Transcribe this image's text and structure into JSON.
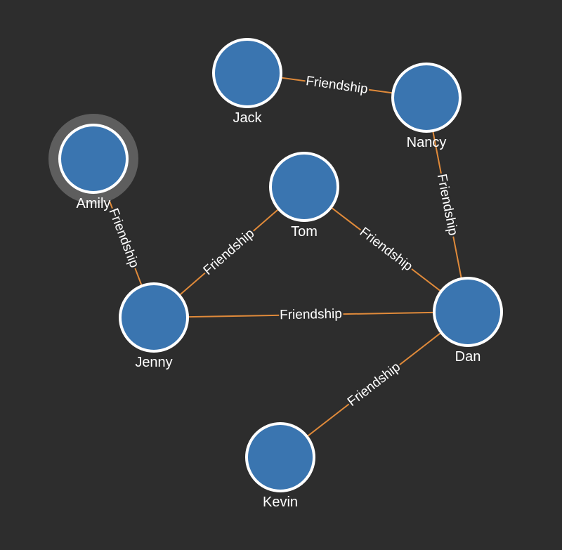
{
  "colors": {
    "background": "#2d2d2d",
    "node_fill": "#3a75b0",
    "node_stroke": "#ffffff",
    "edge": "#e08a3a",
    "selected_halo": "#5e5e5e",
    "text": "#ffffff"
  },
  "graph": {
    "nodes": [
      {
        "id": "jack",
        "label": "Jack"
      },
      {
        "id": "nancy",
        "label": "Nancy"
      },
      {
        "id": "amily",
        "label": "Amily",
        "selected": true
      },
      {
        "id": "tom",
        "label": "Tom"
      },
      {
        "id": "jenny",
        "label": "Jenny"
      },
      {
        "id": "dan",
        "label": "Dan"
      },
      {
        "id": "kevin",
        "label": "Kevin"
      }
    ],
    "edges": [
      {
        "source": "jack",
        "target": "nancy",
        "label": "Friendship"
      },
      {
        "source": "nancy",
        "target": "dan",
        "label": "Friendship"
      },
      {
        "source": "amily",
        "target": "jenny",
        "label": "Friendship"
      },
      {
        "source": "jenny",
        "target": "tom",
        "label": "Friendship"
      },
      {
        "source": "tom",
        "target": "dan",
        "label": "Friendship"
      },
      {
        "source": "jenny",
        "target": "dan",
        "label": "Friendship"
      },
      {
        "source": "dan",
        "target": "kevin",
        "label": "Friendship"
      }
    ]
  }
}
